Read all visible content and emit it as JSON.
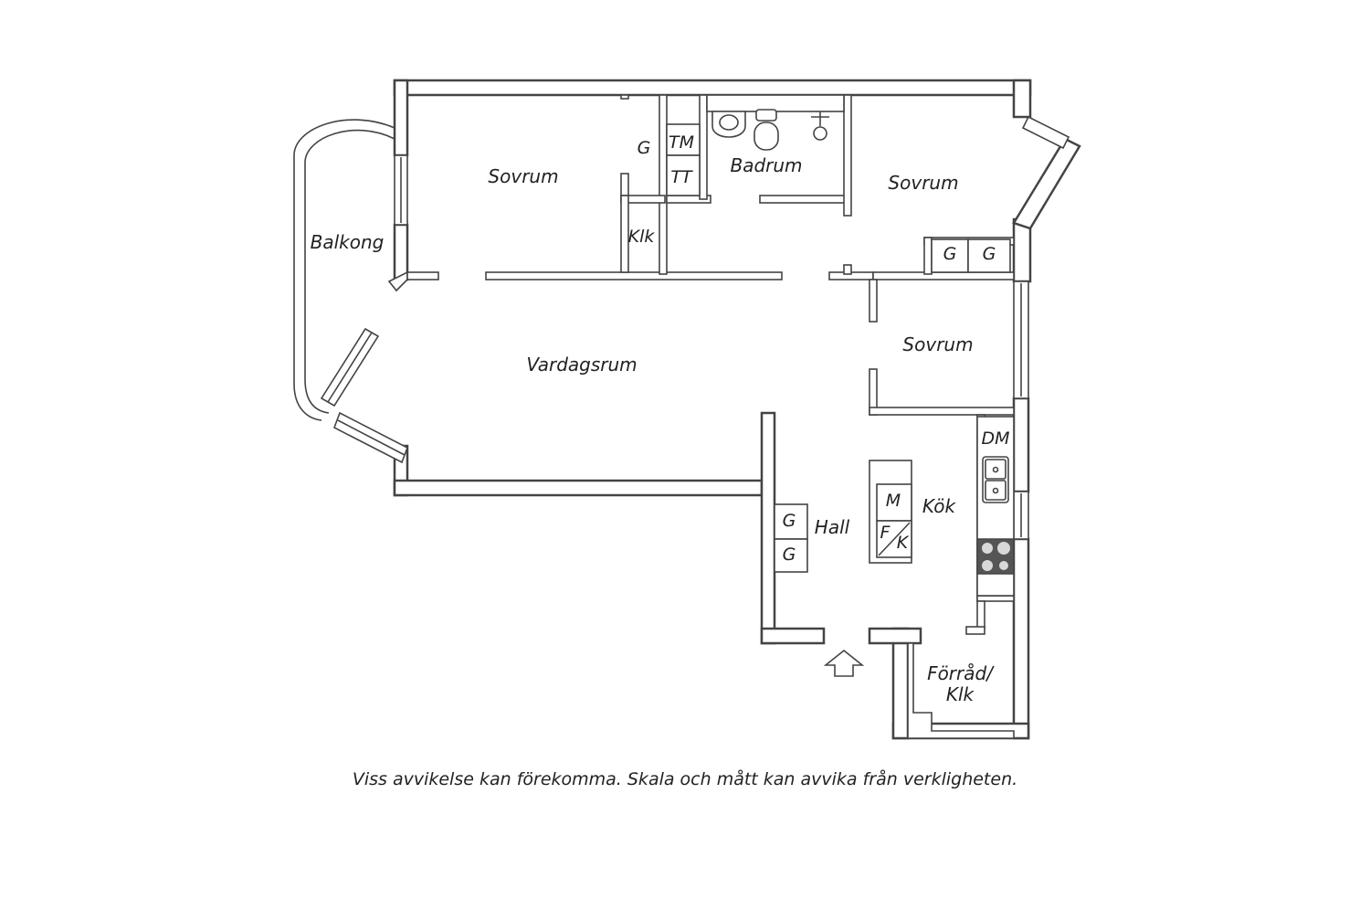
{
  "rooms": {
    "sovrum_a": "Sovrum",
    "sovrum_b": "Sovrum",
    "sovrum_c": "Sovrum",
    "badrum": "Badrum",
    "balkong": "Balkong",
    "vardagsrum": "Vardagsrum",
    "kok": "Kök",
    "hall": "Hall",
    "forrad_line1": "Förråd/",
    "forrad_line2": "Klk"
  },
  "fixtures": {
    "tm": "TM",
    "tt": "TT",
    "g": "G",
    "klk": "Klk",
    "dm": "DM",
    "m": "M",
    "f": "F",
    "k": "K"
  },
  "disclaimer": "Viss avvikelse kan förekomma. Skala och mått kan avvika från verkligheten.",
  "colors": {
    "wall": "#444444",
    "background": "#ffffff",
    "text": "#222222",
    "stove": "#555555"
  }
}
